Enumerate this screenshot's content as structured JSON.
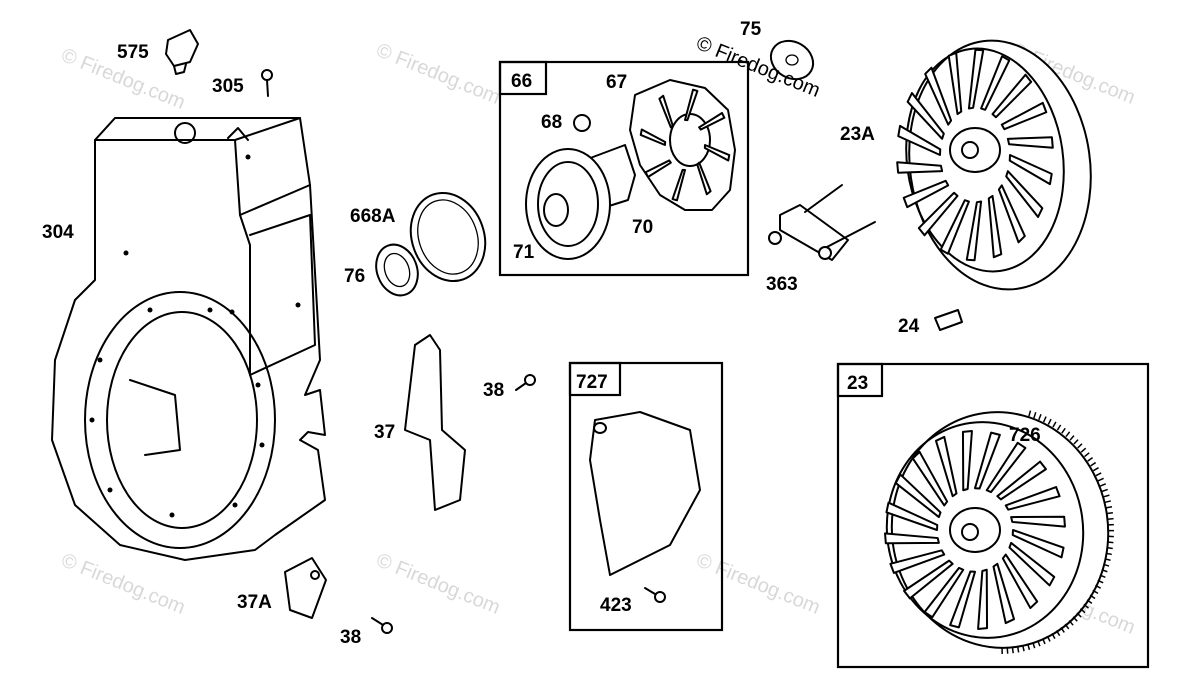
{
  "watermark_text": "© Firedog.com",
  "callout_boxes": [
    "66",
    "727",
    "23"
  ],
  "part_labels": {
    "p575": "575",
    "p305": "305",
    "p304": "304",
    "p668a": "668A",
    "p76": "76",
    "p37": "37",
    "p37a": "37A",
    "p38a": "38",
    "p38b": "38",
    "p66": "66",
    "p67": "67",
    "p68": "68",
    "p70": "70",
    "p71": "71",
    "p75": "75",
    "p23a": "23A",
    "p363": "363",
    "p24": "24",
    "p727": "727",
    "p423": "423",
    "p23": "23",
    "p726": "726"
  }
}
